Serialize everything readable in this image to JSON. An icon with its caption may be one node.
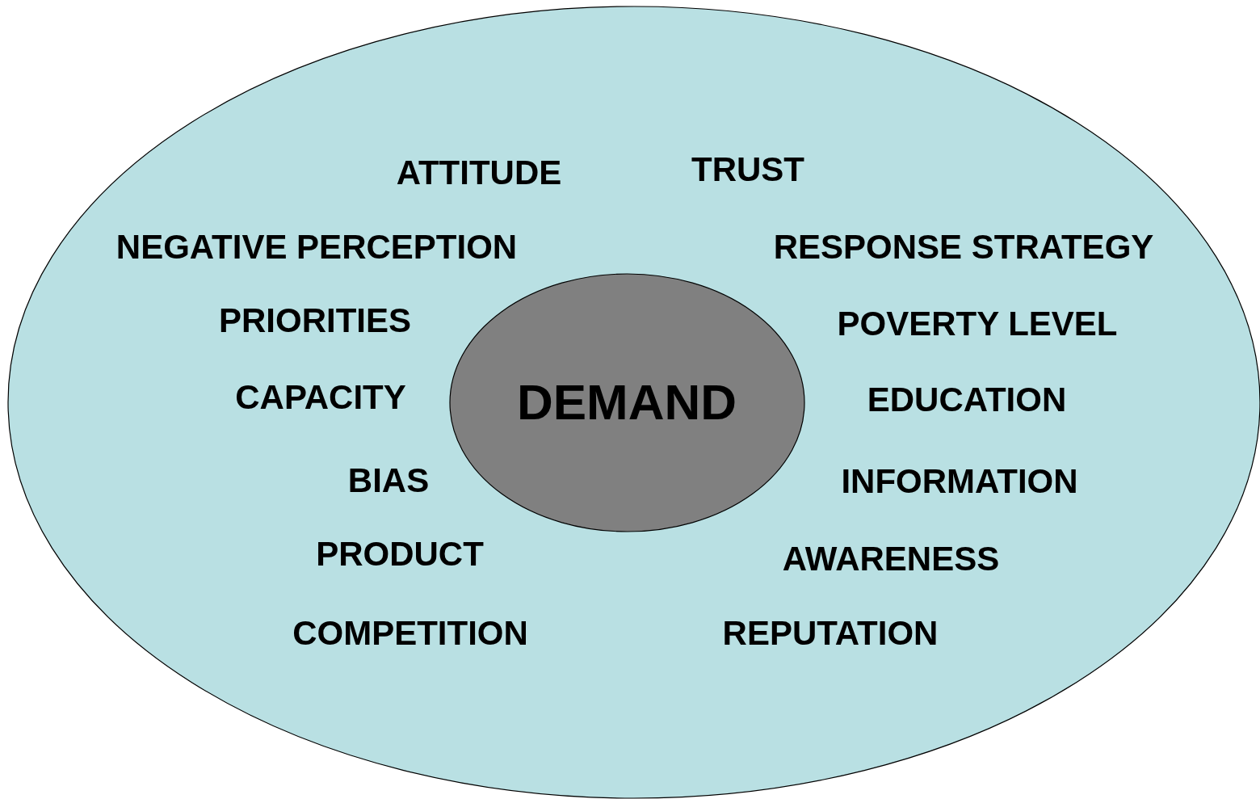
{
  "diagram": {
    "nodes": [
      {
        "text": [],
        "shape": "ellipse"
      },
      {
        "text": [
          "DEMAND"
        ],
        "in": 0
      }
    ],
    "labels": [
      "ATTITUDE",
      "TRUST",
      "NEGATIVE PERCEPTION",
      "RESPONSE STRATEGY",
      "PRIORITIES",
      "POVERTY LEVEL",
      "CAPACITY",
      "EDUCATION",
      "BIAS",
      "INFORMATION",
      "PRODUCT",
      "AWARENESS",
      "COMPETITION",
      "REPUTATION"
    ]
  }
}
